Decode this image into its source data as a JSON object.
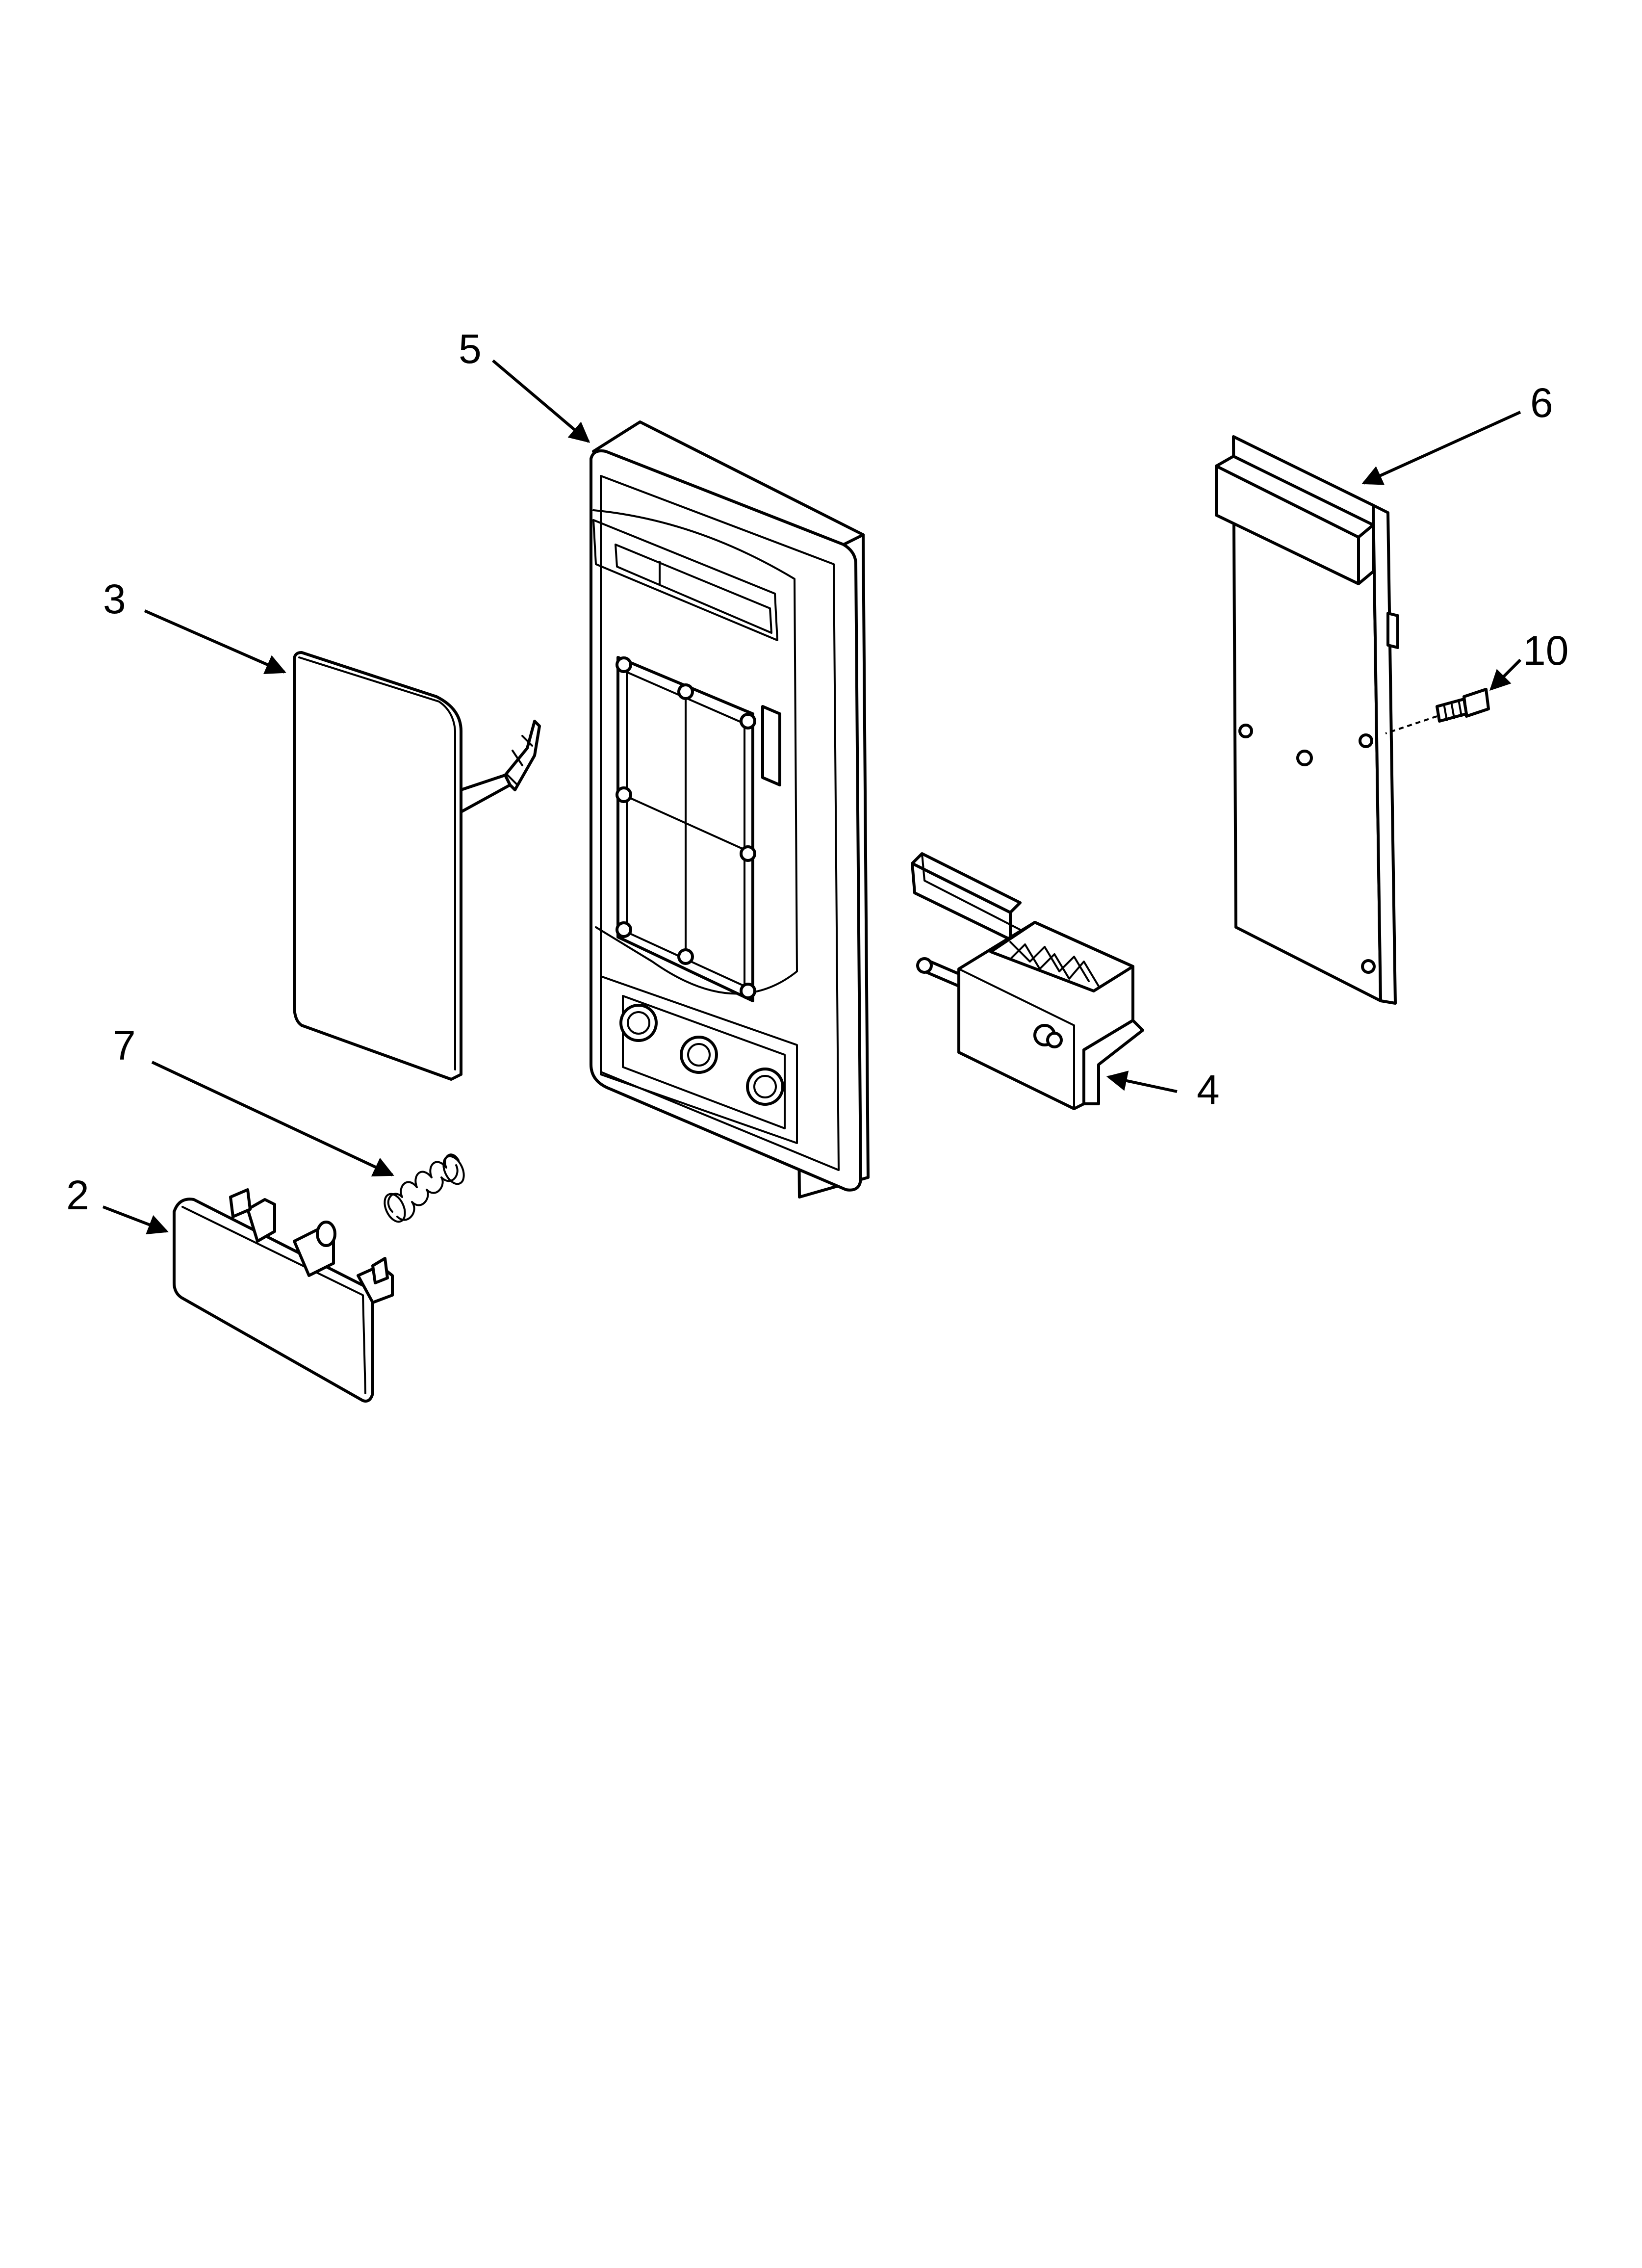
{
  "callouts": {
    "c2": "2",
    "c3": "3",
    "c4": "4",
    "c5": "5",
    "c6": "6",
    "c7": "7",
    "c10": "10"
  },
  "colors": {
    "line": "#000000",
    "background": "#ffffff"
  }
}
